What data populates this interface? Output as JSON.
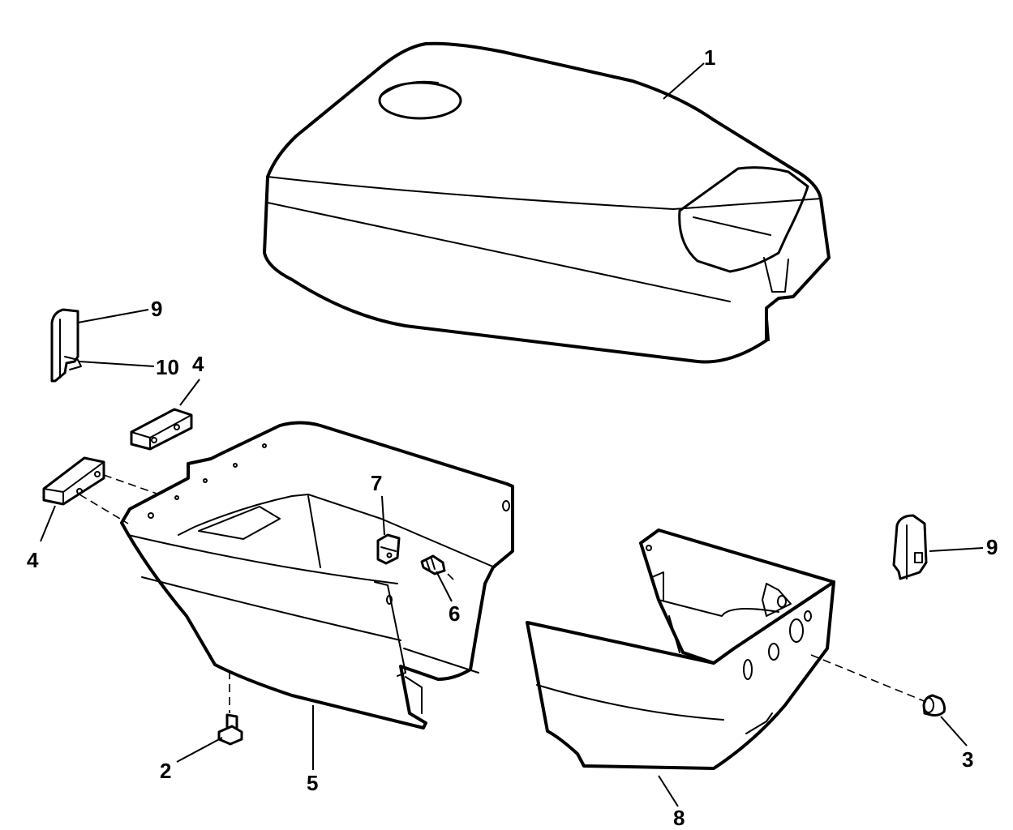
{
  "callouts": [
    {
      "id": "c1",
      "label": "1"
    },
    {
      "id": "c9a",
      "label": "9"
    },
    {
      "id": "c10",
      "label": "10"
    },
    {
      "id": "c4a",
      "label": "4"
    },
    {
      "id": "c4b",
      "label": "4"
    },
    {
      "id": "c7",
      "label": "7"
    },
    {
      "id": "c6",
      "label": "6"
    },
    {
      "id": "c9b",
      "label": "9"
    },
    {
      "id": "c2",
      "label": "2"
    },
    {
      "id": "c5",
      "label": "5"
    },
    {
      "id": "c8",
      "label": "8"
    },
    {
      "id": "c3",
      "label": "3"
    }
  ]
}
